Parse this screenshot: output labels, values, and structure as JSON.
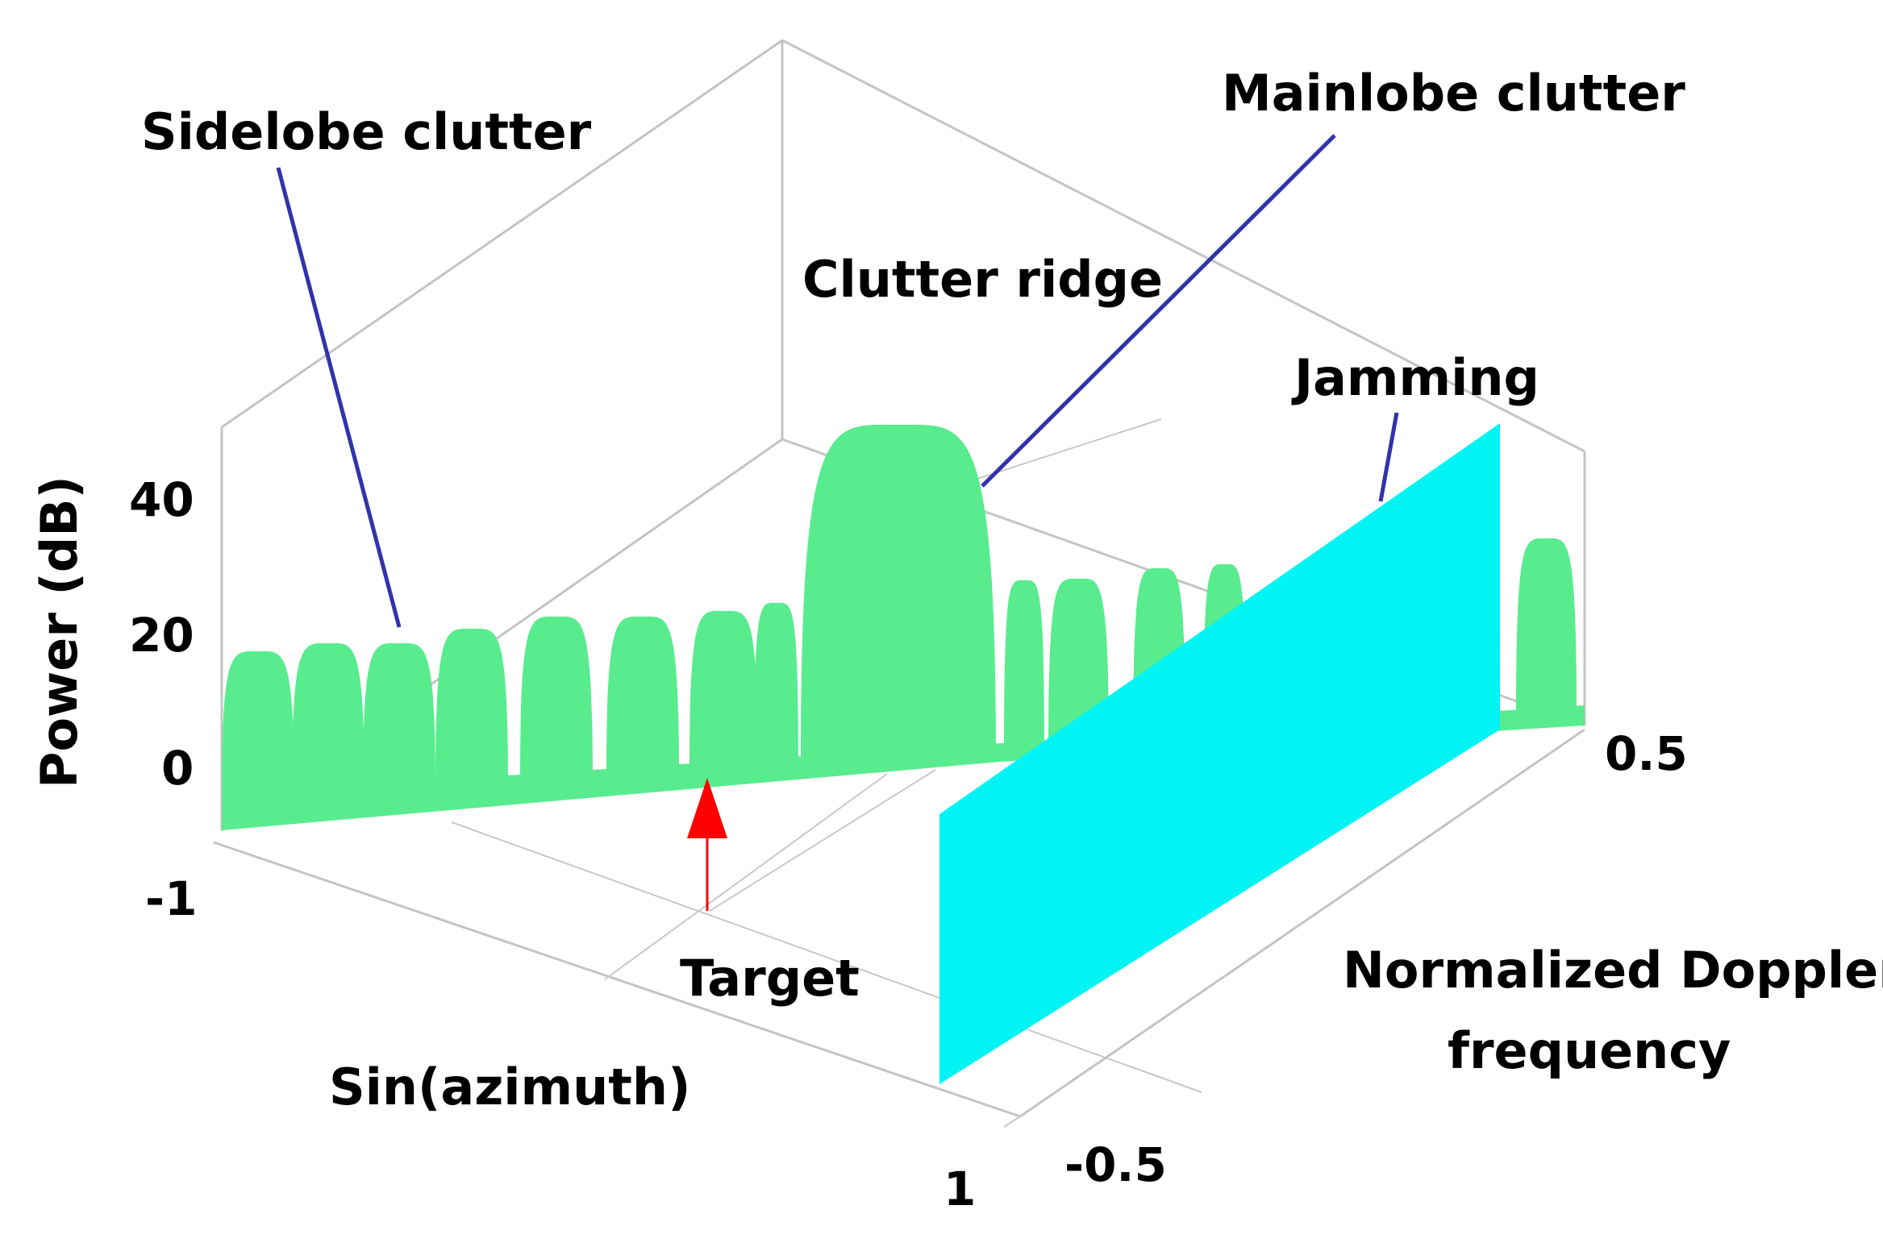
{
  "labels": {
    "sidelobe_clutter": "Sidelobe clutter",
    "mainlobe_clutter": "Mainlobe clutter",
    "clutter_ridge": "Clutter ridge",
    "jamming": "Jamming",
    "target": "Target",
    "normalized_doppler_line1": "Normalized Doppler",
    "normalized_doppler_line2": "frequency",
    "sin_azimuth": "Sin(azimuth)",
    "power_db": "Power (dB)"
  },
  "ticks": {
    "power": [
      "40",
      "20",
      "0"
    ],
    "azimuth_min": "-1",
    "azimuth_max": "1",
    "doppler_max": "0.5",
    "doppler_min": "-0.5"
  },
  "colors": {
    "clutter": "#58ec8e",
    "jamming": "#00f4f4",
    "target_arrow": "#ff0000",
    "pointer": "#3232aa",
    "box": "#c4c4c4"
  }
}
